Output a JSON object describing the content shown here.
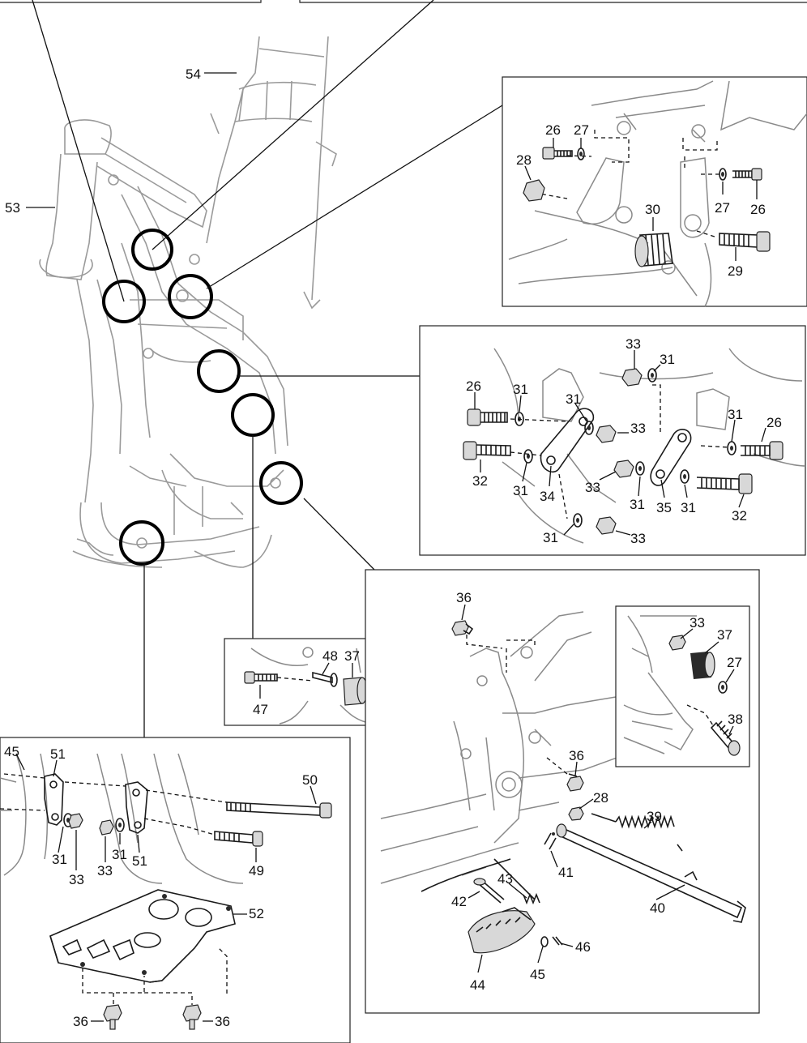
{
  "callouts": {
    "frame_main": "53",
    "subframe": "54",
    "bolt_26": "26",
    "washer_27": "27",
    "nut_28": "28",
    "bolt_29": "29",
    "bushing_30": "30",
    "washer_31": "31",
    "bolt_32": "32",
    "nut_33": "33",
    "plate_34": "34",
    "plate_35": "35",
    "bolt_36": "36",
    "spacer_37": "37",
    "bolt_38": "38",
    "spring_39": "39",
    "sidestand_40": "40",
    "bolt_41": "41",
    "pin_42": "42",
    "spring_43": "43",
    "footpeg_44": "44",
    "washer_45": "45",
    "cotter_46": "46",
    "bolt_47": "47",
    "collar_48": "48",
    "bolt_49": "49",
    "bolt_50": "50",
    "bracket_51": "51",
    "skidplate_52": "52"
  }
}
